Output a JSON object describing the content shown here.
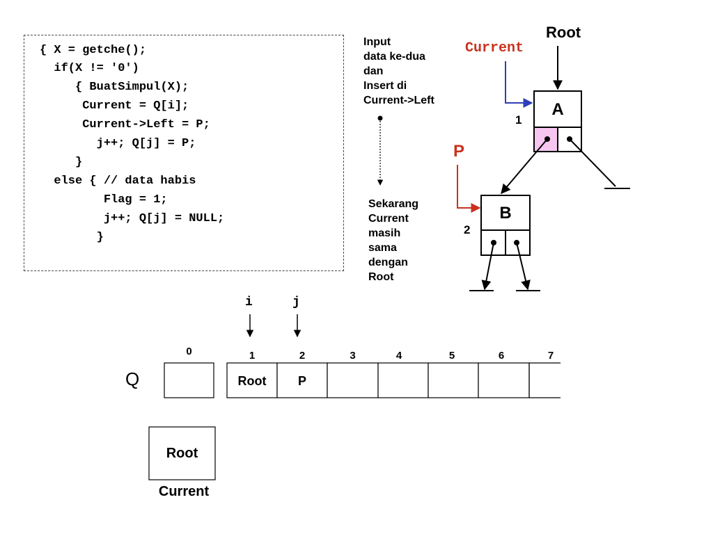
{
  "code": {
    "lines": [
      "{ X = getche();",
      "  if(X != '0')",
      "     { BuatSimpul(X);",
      "      Current = Q[i];",
      "      Current->Left = P;",
      "        j++; Q[j] = P;",
      "     }",
      "  else { // data habis",
      "         Flag = 1;",
      "         j++; Q[j] = NULL;",
      "        }"
    ]
  },
  "notes": {
    "top": [
      "Input",
      "data ke-dua",
      "dan",
      "Insert di",
      "Current->Left"
    ],
    "bottom": [
      "Sekarang",
      "Current",
      "masih",
      "sama",
      "dengan",
      "Root"
    ]
  },
  "tree": {
    "root_label": "Root",
    "current_label": "Current",
    "p_label": "P",
    "node_a": {
      "name": "A",
      "number": "1"
    },
    "node_b": {
      "name": "B",
      "number": "2"
    }
  },
  "queue": {
    "name": "Q",
    "pointer_i": "i",
    "pointer_j": "j",
    "indices": [
      "0",
      "1",
      "2",
      "3",
      "4",
      "5",
      "6",
      "7"
    ],
    "cells": [
      "",
      "Root",
      "P",
      "",
      "",
      "",
      "",
      ""
    ]
  },
  "current_box": {
    "value": "Root",
    "label": "Current"
  },
  "colors": {
    "current_arrow": "#2e3fb8",
    "current_text": "#c8321e",
    "p_color": "#c8321e",
    "left_cell_fill": "#f7c6f0"
  }
}
